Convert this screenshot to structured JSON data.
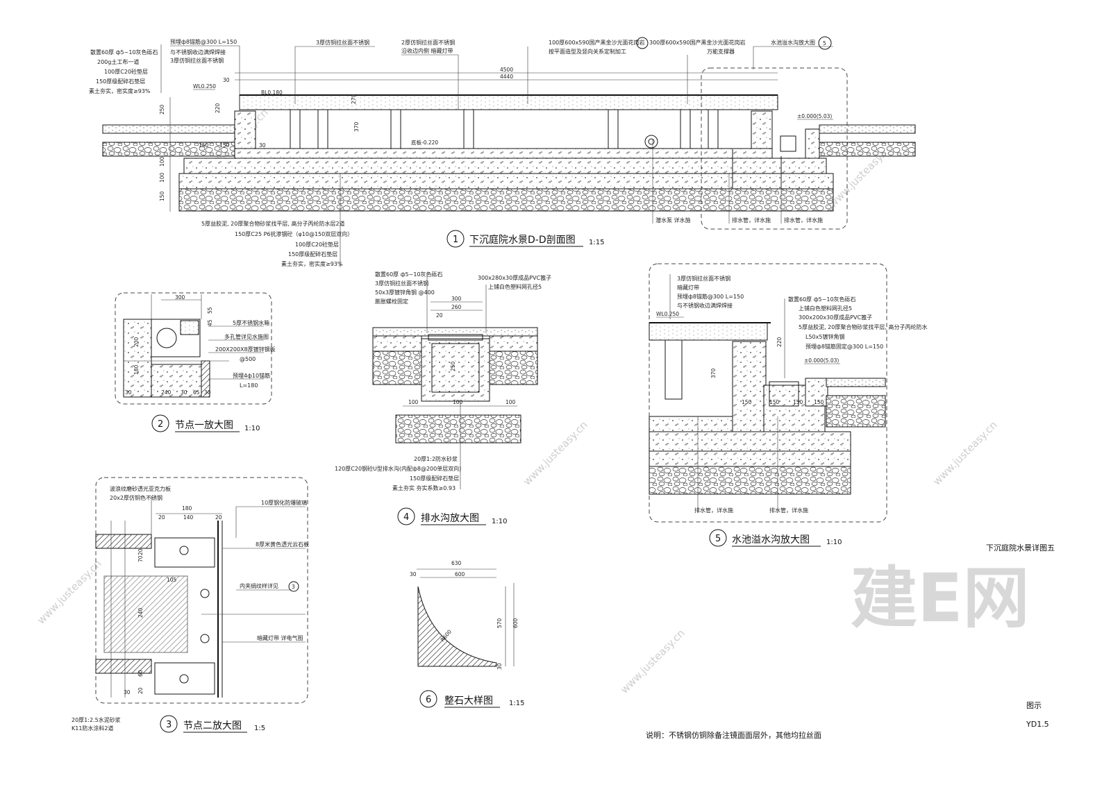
{
  "sheet": {
    "title": "下沉庭院水景详图五",
    "legend": "图示",
    "sheet_no": "YD1.5",
    "note": "说明：不锈钢仿铜除备注镜面面层外，其他均拉丝面",
    "watermark_big": "建E网",
    "watermark_small": "www.justeasy.cn"
  },
  "detail1": {
    "number": "1",
    "title": "下沉庭院水景D-D剖面图",
    "scale": "1:15",
    "labels_left": [
      "散置60厚 ф5~10灰色砾石",
      "200g土工布一道",
      "100厚C20砼垫层",
      "150厚级配碎石垫层",
      "素土夯实，密实度≥93%"
    ],
    "label_embed": "预埋ф8锚筋@300 L=150",
    "label_weld": "与不锈钢收边满焊焊接",
    "label_copper": "3厚仿铜拉丝面不锈钢",
    "label_top1": "3厚仿铜拉丝面不锈钢",
    "label_top2a": "2厚仿铜拉丝面不锈钢",
    "label_top2b": "沿收边内侧 暗藏灯带",
    "label_top3a": "100厚600x590国产黑金沙光面花岗岩",
    "label_top3b": "按平面造型及竖向关系定制加工",
    "label_top4a": "300厚600x590国产黑金沙光面花岗岩",
    "label_top4b": "万能支撑器",
    "label_ref": "水池溢水沟放大图",
    "ref_num": "5",
    "labels_bottom": [
      "5厚益胶泥, 20厚聚合物砂浆找平层, 高分子丙纶防水层2道",
      "150厚C25 P6抗渗钢砼（φ10@150双层双向）",
      "100厚C20砼垫层",
      "150厚级配碎石垫层",
      "素土夯实，密实度≥93%"
    ],
    "labels_pipe": [
      "潜水泵 详水施",
      "排水管，详水施",
      "排水管，详水施"
    ],
    "dims": [
      "4500",
      "4440",
      "30",
      "250",
      "220",
      "370",
      "100",
      "100",
      "150",
      "150",
      "150",
      "30",
      "270"
    ],
    "levels": [
      "WL0.250",
      "BL0.180",
      "底板-0.220",
      "±0.000(5.03)"
    ]
  },
  "detail2": {
    "number": "2",
    "title": "节点一放大图",
    "scale": "1:10",
    "labels": [
      "5厚不锈钢水箱",
      "多孔管详见水施图",
      "200X200X8厚镀锌钢板",
      "@500",
      "预埋4ф10锚筋",
      "L=180"
    ],
    "dims": [
      "300",
      "200",
      "180",
      "30",
      "240",
      "30",
      "65",
      "30",
      "45",
      "55"
    ]
  },
  "detail3": {
    "number": "3",
    "title": "节点二放大图",
    "scale": "1:5",
    "labels": [
      "波浪纹磨砂透光亚克力板",
      "20x2厚仿铜色不锈钢",
      "10厚钢化防爆玻璃",
      "8厚米黄色透光云石板",
      "内夹绢纹样详见",
      "暗藏灯带 详电气图",
      "20厚1:2.5水泥砂浆",
      "K11防水涂料2道"
    ],
    "ref_num": "3",
    "dims": [
      "180",
      "140",
      "20",
      "20",
      "70",
      "105",
      "240",
      "60",
      "30",
      "20",
      "20"
    ]
  },
  "detail4": {
    "number": "4",
    "title": "排水沟放大图",
    "scale": "1:10",
    "labels": [
      "散置60厚 ф5~10灰色砾石",
      "3厚仿铜拉丝面不锈钢",
      "50x3厚镀锌角钢 @400",
      "膨胀螺栓固定",
      "300x280x30厚成品PVC篦子",
      "上铺白色塑料网孔径5",
      "20厚1:2防水砂浆",
      "120厚C20钢砼U型排水沟(内配ф8@200单层双向)",
      "150厚级配碎石垫层",
      "素土夯实 夯实系数≥0.93"
    ],
    "dims": [
      "300",
      "260",
      "20",
      "250",
      "100",
      "100",
      "100"
    ]
  },
  "detail5": {
    "number": "5",
    "title": "水池溢水沟放大图",
    "scale": "1:10",
    "labels_left": [
      "3厚仿铜拉丝面不锈钢",
      "暗藏灯带",
      "预埋ф8锚筋@300 L=150",
      "与不锈钢收边满焊焊接"
    ],
    "labels_right": [
      "散置60厚 ф5~10灰色砾石",
      "上铺白色塑料网孔径5",
      "300x200x30厚成品PVC篦子",
      "5厚益胶泥, 20厚聚合物砂浆找平层, 高分子丙纶防水",
      "L50x5镀锌角钢",
      "预埋ф8锚筋固定@300 L=150"
    ],
    "labels_pipe": [
      "排水管，详水施",
      "排水管，详水施"
    ],
    "levels": [
      "WL0.250",
      "±0.000(5.03)"
    ],
    "dims": [
      "220",
      "370",
      "150",
      "150",
      "150",
      "150"
    ]
  },
  "detail6": {
    "number": "6",
    "title": "整石大样图",
    "scale": "1:15",
    "dims": [
      "630",
      "600",
      "30",
      "570",
      "600",
      "30",
      "R600"
    ]
  }
}
